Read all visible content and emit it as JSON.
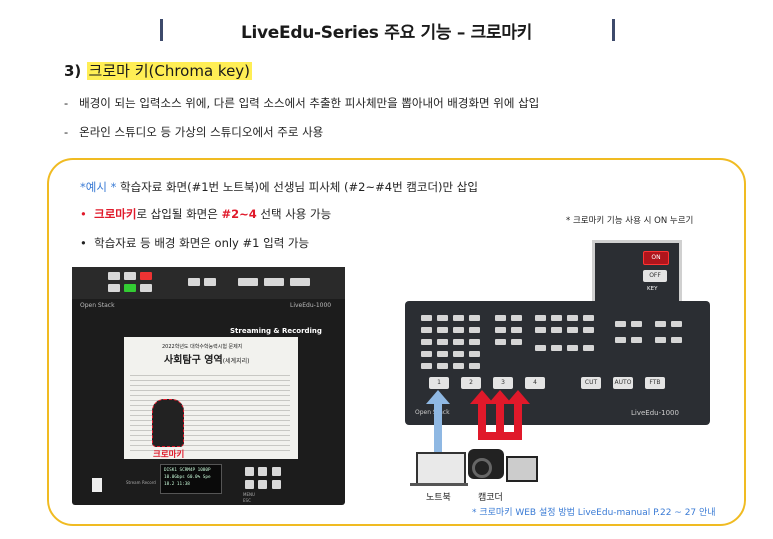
{
  "header": {
    "title": "LiveEdu-Series 주요 기능 – 크로마키"
  },
  "section": {
    "number": "3)",
    "heading": "크로마 키(Chroma key)"
  },
  "bullets": [
    "배경이 되는 입력소스 위에, 다른 입력 소스에서 추출한 피사체만을 뽑아내어 배경화면 위에 삽입",
    "온라인 스튜디오 등 가상의 스튜디오에서 주로 사용"
  ],
  "example": {
    "prefix": "*예시 *",
    "line1": "학습자료 화면(#1번 노트북)에 선생님 피사체 (#2~#4번 캠코더)만 삽입",
    "line2_red": "크로마키",
    "line2_mid": "로 삽입될 화면은 ",
    "line2_red2": "#2~4",
    "line2_end": " 선택 사용 가능",
    "line3": "학습자료 등 배경 화면은 only #1 입력 가능"
  },
  "device_left": {
    "brand": "Open Stack",
    "model": "LiveEdu-1000",
    "screen_label": "Streaming & Recording",
    "doc_header": "2022학년도 대학수학능력시험 문제지",
    "doc_title": "사회탐구 영역",
    "doc_sub": "(세계지리)",
    "chroma_label": "크로마키",
    "lcd_line1": "DISK1 SCRM4P 1080P",
    "lcd_line2": "10.0Gbps 60.0% Spe",
    "lcd_line3": "18.2  11:38",
    "menu": "MENU",
    "esc": "ESC",
    "stream": "Stream",
    "record": "Record"
  },
  "device_right": {
    "note": "* 크로마키 기능 사용 시 ON 누르기",
    "on": "ON",
    "off": "OFF",
    "key": "KEY",
    "inputs": [
      "1",
      "2",
      "3",
      "4"
    ],
    "cut": "CUT",
    "auto": "AUTO",
    "ftb": "FTB",
    "brand": "Open Stack",
    "model": "LiveEdu-1000"
  },
  "labels": {
    "laptop": "노트북",
    "camcorder": "캠코더"
  },
  "footnote": "* 크로마키 WEB 설정 방법 LiveEdu-manual P.22 ~ 27 안내",
  "colors": {
    "frame": "#f0bb22",
    "accent_red": "#e0192a",
    "accent_blue": "#3a7bd5",
    "highlight": "#ffee55"
  }
}
